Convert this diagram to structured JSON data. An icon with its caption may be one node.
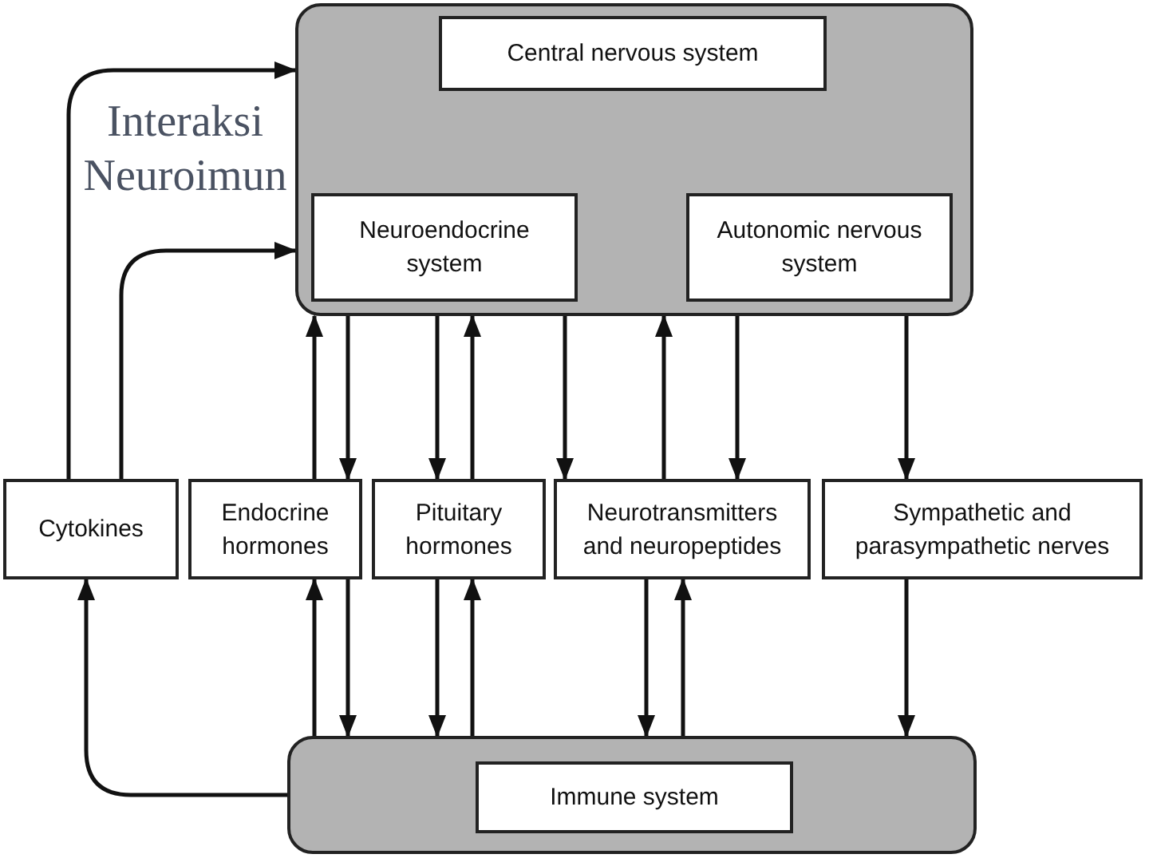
{
  "diagram": {
    "title": "Interaksi Neuroimun",
    "nodes": [
      {
        "text": [],
        "shape": "box"
      },
      {
        "text": [
          "Central nervous system"
        ],
        "in": 0
      },
      {
        "text": [
          "Neuroendocrine system"
        ],
        "in": 0
      },
      {
        "text": [
          "Autonomic nervous system"
        ],
        "in": 0
      },
      {
        "text": [
          "Cytokines"
        ]
      },
      {
        "text": [
          "Endocrine hormones"
        ]
      },
      {
        "text": [
          "Pituitary hormones"
        ]
      },
      {
        "text": [
          "Neurotransmitters and neuropeptides"
        ]
      },
      {
        "text": [
          "Sympathetic and parasympathetic nerves"
        ]
      },
      {
        "text": [],
        "shape": "box"
      },
      {
        "text": [
          "Immune system"
        ],
        "in": 9
      }
    ],
    "edges": [
      {
        "from": 4,
        "to": 0,
        "arrow": "to"
      },
      {
        "from": 4,
        "to": 0,
        "arrow": "to"
      },
      {
        "from": 5,
        "to": 0,
        "arrow": "to"
      },
      {
        "from": 0,
        "to": 5,
        "arrow": "to"
      },
      {
        "from": 0,
        "to": 6,
        "arrow": "to"
      },
      {
        "from": 6,
        "to": 0,
        "arrow": "to"
      },
      {
        "from": 0,
        "to": 7,
        "arrow": "to"
      },
      {
        "from": 7,
        "to": 0,
        "arrow": "to"
      },
      {
        "from": 0,
        "to": 7,
        "arrow": "to"
      },
      {
        "from": 0,
        "to": 8,
        "arrow": "to"
      },
      {
        "from": 9,
        "to": 4,
        "arrow": "to"
      },
      {
        "from": 9,
        "to": 5,
        "arrow": "to"
      },
      {
        "from": 5,
        "to": 9,
        "arrow": "to"
      },
      {
        "from": 6,
        "to": 9,
        "arrow": "to"
      },
      {
        "from": 9,
        "to": 6,
        "arrow": "to"
      },
      {
        "from": 7,
        "to": 9,
        "arrow": "to"
      },
      {
        "from": 9,
        "to": 7,
        "arrow": "to"
      },
      {
        "from": 8,
        "to": 9,
        "arrow": "to"
      }
    ]
  }
}
